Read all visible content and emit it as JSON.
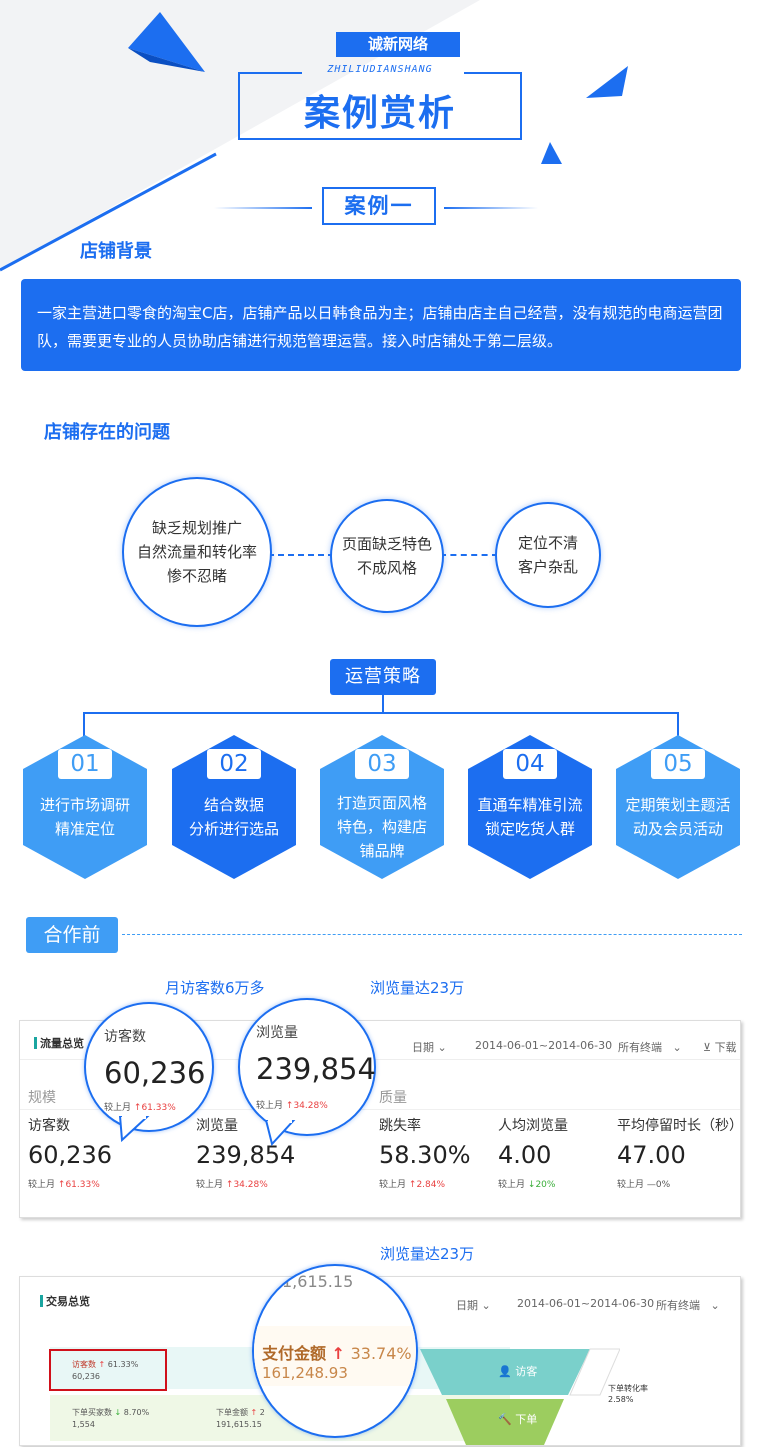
{
  "header": {
    "brand": "诚新网络",
    "brand_sub": "ZHILIUDIANSHANG",
    "title": "案例赏析",
    "case_label": "案例一"
  },
  "background": {
    "heading": "店铺背景",
    "text": "一家主营进口零食的淘宝C店，店铺产品以日韩食品为主；店铺由店主自己经营，没有规范的电商运营团队，需要更专业的人员协助店铺进行规范管理运营。接入时店铺处于第二层级。"
  },
  "problems": {
    "heading": "店铺存在的问题",
    "items": [
      {
        "lines": [
          "缺乏规划推广",
          "自然流量和转化率",
          "惨不忍睹"
        ]
      },
      {
        "lines": [
          "页面缺乏特色",
          "不成风格"
        ]
      },
      {
        "lines": [
          "定位不清",
          "客户杂乱"
        ]
      }
    ]
  },
  "strategy": {
    "heading": "运营策略",
    "items": [
      {
        "num": "01",
        "lines": [
          "进行市场调研",
          "精准定位"
        ],
        "color": "#3f9df5"
      },
      {
        "num": "02",
        "lines": [
          "结合数据",
          "分析进行选品"
        ],
        "color": "#1c6ef0"
      },
      {
        "num": "03",
        "lines": [
          "打造页面风格",
          "特色，构建店",
          "铺品牌"
        ],
        "color": "#3f9df5"
      },
      {
        "num": "04",
        "lines": [
          "直通车精准引流",
          "锁定吃货人群"
        ],
        "color": "#1c6ef0"
      },
      {
        "num": "05",
        "lines": [
          "定期策划主题活",
          "动及会员活动"
        ],
        "color": "#3f9df5"
      }
    ]
  },
  "before": {
    "label": "合作前",
    "caption1": "月访客数6万多",
    "caption2": "浏览量达23万",
    "caption3": "浏览量达23万"
  },
  "traffic_panel": {
    "title": "流量总览",
    "date_label": "日期",
    "date_range": "2014-06-01~2014-06-30",
    "terminal": "所有终端",
    "download": "下载",
    "section_scale": "规模",
    "section_quality": "质量",
    "metrics": [
      {
        "label": "访客数",
        "value": "60,236",
        "compare": "较上月",
        "trend": "61.33%",
        "dir": "up"
      },
      {
        "label": "浏览量",
        "value": "239,854",
        "compare": "较上月",
        "trend": "34.28%",
        "dir": "up"
      },
      {
        "label": "跳失率",
        "value": "58.30%",
        "compare": "较上月",
        "trend": "2.84%",
        "dir": "up"
      },
      {
        "label": "人均浏览量",
        "value": "4.00",
        "compare": "较上月",
        "trend": "20%",
        "dir": "down"
      },
      {
        "label": "平均停留时长（秒）",
        "value": "47.00",
        "compare": "较上月",
        "trend": "0%",
        "dir": "flat"
      }
    ],
    "zoom1": {
      "label": "访客数",
      "value": "60,236",
      "compare": "较上月",
      "trend": "61.33%"
    },
    "zoom2": {
      "label": "浏览量",
      "value": "239,854",
      "compare": "较上月",
      "trend": "34.28%"
    }
  },
  "trade_panel": {
    "title": "交易总览",
    "date_label": "日期",
    "date_range": "2014-06-01~2014-06-30",
    "terminal": "所有终端",
    "visitors_label": "访客数",
    "visitors_trend": "61.33%",
    "visitors_value": "60,236",
    "buyers_label": "下单买家数",
    "buyers_trend": "8.70%",
    "buyers_value": "1,554",
    "order_amount_label": "下单金额",
    "order_amount_value": "191,615.15",
    "funnel_visit": "访客",
    "funnel_order": "下单",
    "conv_label": "下单转化率",
    "conv_value": "2.58%",
    "zoom_top": "1,615.15",
    "zoom_label": "支付金额",
    "zoom_trend": "33.74%",
    "zoom_value": "161,248.93"
  }
}
